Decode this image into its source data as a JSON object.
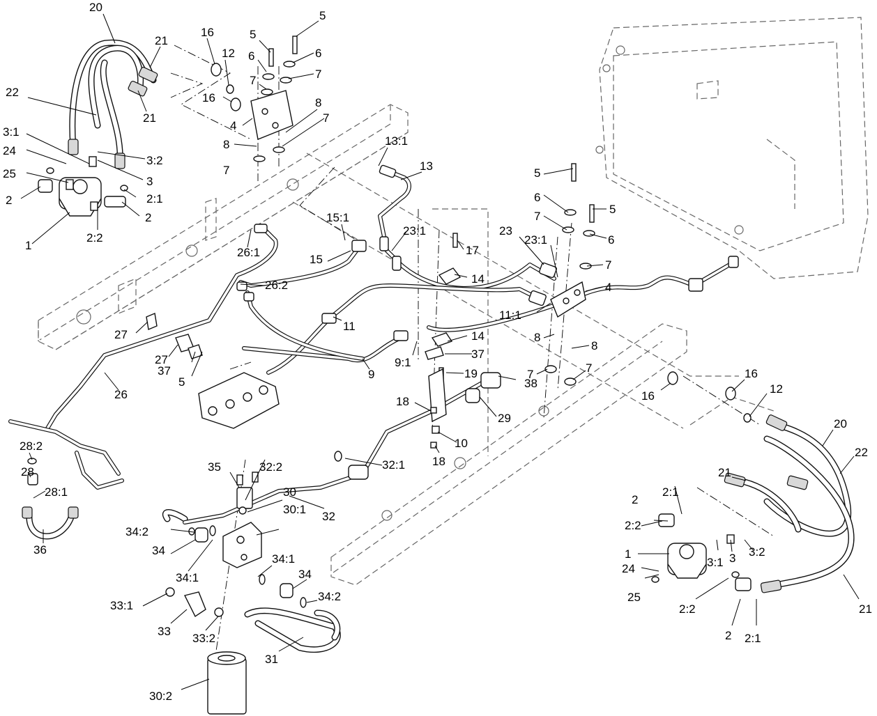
{
  "callouts": [
    {
      "id": "c20a",
      "text": "20"
    },
    {
      "id": "c21a",
      "text": "21"
    },
    {
      "id": "c16a",
      "text": "16"
    },
    {
      "id": "c12a",
      "text": "12"
    },
    {
      "id": "c5a",
      "text": "5"
    },
    {
      "id": "c5b",
      "text": "5"
    },
    {
      "id": "c6a",
      "text": "6"
    },
    {
      "id": "c6b",
      "text": "6"
    },
    {
      "id": "c7a",
      "text": "7"
    },
    {
      "id": "c7b",
      "text": "7"
    },
    {
      "id": "c22a",
      "text": "22"
    },
    {
      "id": "c16b",
      "text": "16"
    },
    {
      "id": "c8a",
      "text": "8"
    },
    {
      "id": "c7c",
      "text": "7"
    },
    {
      "id": "c4a",
      "text": "4"
    },
    {
      "id": "c21b",
      "text": "21"
    },
    {
      "id": "c8b",
      "text": "8"
    },
    {
      "id": "c7d",
      "text": "7"
    },
    {
      "id": "c13_1",
      "text": "13:1"
    },
    {
      "id": "c13",
      "text": "13"
    },
    {
      "id": "c3_1a",
      "text": "3:1"
    },
    {
      "id": "c24a",
      "text": "24"
    },
    {
      "id": "c3_2a",
      "text": "3:2"
    },
    {
      "id": "c25a",
      "text": "25"
    },
    {
      "id": "c3a",
      "text": "3"
    },
    {
      "id": "c2a",
      "text": "2"
    },
    {
      "id": "c2_1a",
      "text": "2:1"
    },
    {
      "id": "c2b",
      "text": "2"
    },
    {
      "id": "c1a",
      "text": "1"
    },
    {
      "id": "c2_2a",
      "text": "2:2"
    },
    {
      "id": "c5c",
      "text": "5"
    },
    {
      "id": "c6c",
      "text": "6"
    },
    {
      "id": "c5d",
      "text": "5"
    },
    {
      "id": "c7e",
      "text": "7"
    },
    {
      "id": "c6d",
      "text": "6"
    },
    {
      "id": "c7f",
      "text": "7"
    },
    {
      "id": "c15_1",
      "text": "15:1"
    },
    {
      "id": "c23_1a",
      "text": "23:1"
    },
    {
      "id": "c17",
      "text": "17"
    },
    {
      "id": "c23",
      "text": "23"
    },
    {
      "id": "c23_1b",
      "text": "23:1"
    },
    {
      "id": "c26_1",
      "text": "26:1"
    },
    {
      "id": "c15",
      "text": "15"
    },
    {
      "id": "c14a",
      "text": "14"
    },
    {
      "id": "c4b",
      "text": "4"
    },
    {
      "id": "c26_2",
      "text": "26:2"
    },
    {
      "id": "c11_1",
      "text": "11:1"
    },
    {
      "id": "c11",
      "text": "11"
    },
    {
      "id": "c27a",
      "text": "27"
    },
    {
      "id": "c14b",
      "text": "14"
    },
    {
      "id": "c8c",
      "text": "8"
    },
    {
      "id": "c8d",
      "text": "8"
    },
    {
      "id": "c27b",
      "text": "27"
    },
    {
      "id": "c37a",
      "text": "37"
    },
    {
      "id": "c9_1",
      "text": "9:1"
    },
    {
      "id": "c37b",
      "text": "37"
    },
    {
      "id": "c5e",
      "text": "5"
    },
    {
      "id": "c19",
      "text": "19"
    },
    {
      "id": "c9",
      "text": "9"
    },
    {
      "id": "c7g",
      "text": "7"
    },
    {
      "id": "c7h",
      "text": "7"
    },
    {
      "id": "c38",
      "text": "38"
    },
    {
      "id": "c16c",
      "text": "16"
    },
    {
      "id": "c16d",
      "text": "16"
    },
    {
      "id": "c26",
      "text": "26"
    },
    {
      "id": "c18a",
      "text": "18"
    },
    {
      "id": "c12b",
      "text": "12"
    },
    {
      "id": "c29",
      "text": "29"
    },
    {
      "id": "c20b",
      "text": "20"
    },
    {
      "id": "c10",
      "text": "10"
    },
    {
      "id": "c22b",
      "text": "22"
    },
    {
      "id": "c28_2",
      "text": "28:2"
    },
    {
      "id": "c18b",
      "text": "18"
    },
    {
      "id": "c35",
      "text": "35"
    },
    {
      "id": "c32_2",
      "text": "32:2"
    },
    {
      "id": "c32_1",
      "text": "32:1"
    },
    {
      "id": "c21c",
      "text": "21"
    },
    {
      "id": "c28",
      "text": "28"
    },
    {
      "id": "c28_1",
      "text": "28:1"
    },
    {
      "id": "c2c",
      "text": "2"
    },
    {
      "id": "c2_1b",
      "text": "2:1"
    },
    {
      "id": "c30",
      "text": "30"
    },
    {
      "id": "c32",
      "text": "32"
    },
    {
      "id": "c30_1",
      "text": "30:1"
    },
    {
      "id": "c2_2b",
      "text": "2:2"
    },
    {
      "id": "c34_2a",
      "text": "34:2"
    },
    {
      "id": "c36",
      "text": "36"
    },
    {
      "id": "c1b",
      "text": "1"
    },
    {
      "id": "c3b",
      "text": "3"
    },
    {
      "id": "c3_2b",
      "text": "3:2"
    },
    {
      "id": "c34a",
      "text": "34"
    },
    {
      "id": "c34_1a",
      "text": "34:1"
    },
    {
      "id": "c3_1b",
      "text": "3:1"
    },
    {
      "id": "c24b",
      "text": "24"
    },
    {
      "id": "c34_1b",
      "text": "34:1"
    },
    {
      "id": "c34b",
      "text": "34"
    },
    {
      "id": "c25b",
      "text": "25"
    },
    {
      "id": "c34_2b",
      "text": "34:2"
    },
    {
      "id": "c2_2c",
      "text": "2:2"
    },
    {
      "id": "c33_1",
      "text": "33:1"
    },
    {
      "id": "c21d",
      "text": "21"
    },
    {
      "id": "c33",
      "text": "33"
    },
    {
      "id": "c33_2",
      "text": "33:2"
    },
    {
      "id": "c2d",
      "text": "2"
    },
    {
      "id": "c2_1c",
      "text": "2:1"
    },
    {
      "id": "c31",
      "text": "31"
    },
    {
      "id": "c30_2",
      "text": "30:2"
    }
  ]
}
